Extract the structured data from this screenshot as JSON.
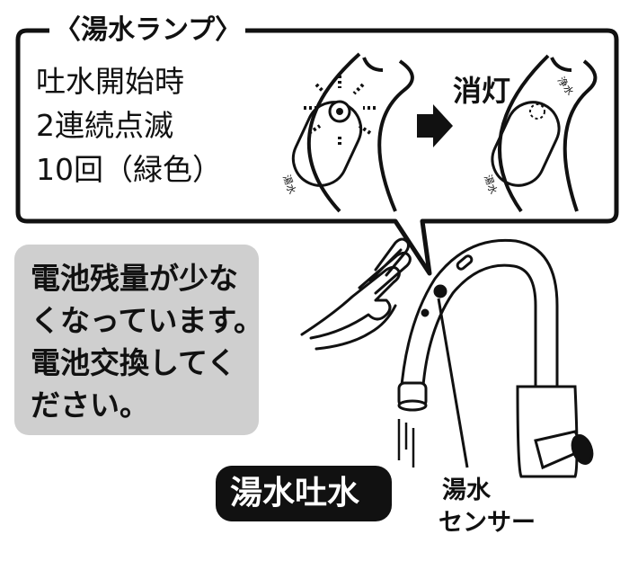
{
  "callout": {
    "title": "〈湯水ランプ〉",
    "lines": [
      "吐水開始時",
      "2連続点滅",
      "10回（緑色）"
    ],
    "off_label": "消灯",
    "lamp_label_left": "湯水",
    "lamp_label_right": "湯水",
    "lamp_label_top_right": "浄水"
  },
  "notice": {
    "lines": [
      "電池残量が少な",
      "くなっています。",
      "電池交換してく",
      "ださい。"
    ],
    "background": "#cfcfcf"
  },
  "badge": {
    "label": "湯水吐水",
    "background": "#111111",
    "color": "#ffffff"
  },
  "sensor": {
    "lines": [
      "湯水",
      "センサー"
    ]
  },
  "icons": [
    "right-arrow-icon",
    "hand-icon",
    "faucet-icon",
    "blink-rays-icon",
    "water-stream-icon"
  ]
}
